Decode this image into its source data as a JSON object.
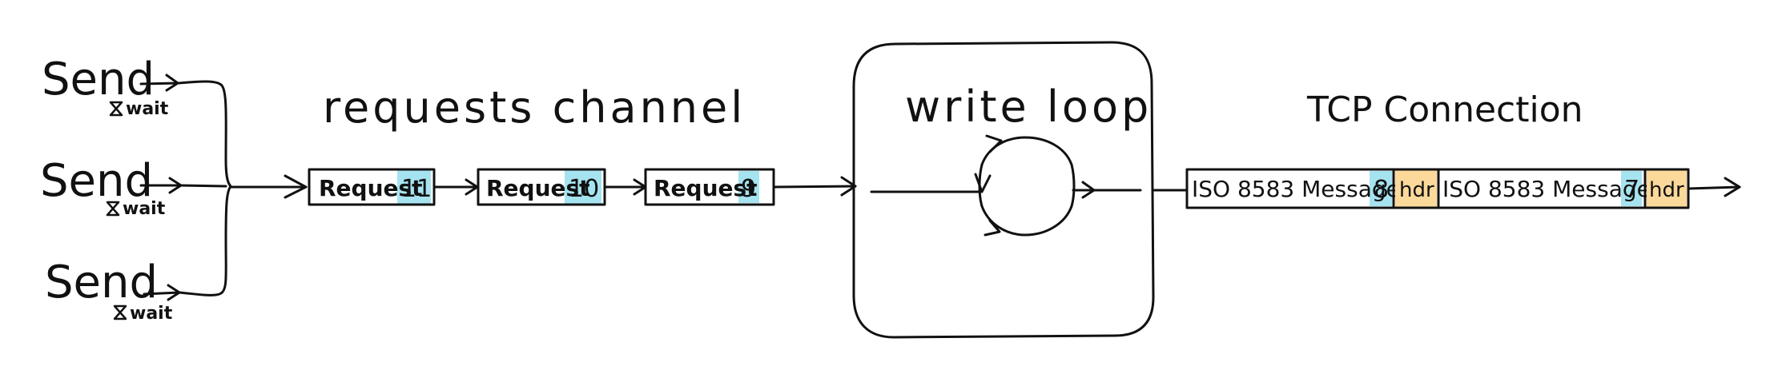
{
  "senders": [
    {
      "label": "Send",
      "wait": "wait"
    },
    {
      "label": "Send",
      "wait": "wait"
    },
    {
      "label": "Send",
      "wait": "wait"
    }
  ],
  "channel": {
    "title": "requests channel",
    "requests": [
      {
        "label": "Request",
        "number": "11"
      },
      {
        "label": "Request",
        "number": "10"
      },
      {
        "label": "Request",
        "number": "9"
      }
    ]
  },
  "write_loop": {
    "title": "write loop"
  },
  "tcp": {
    "title": "TCP Connection",
    "messages": [
      {
        "label": "ISO 8583 Message",
        "number": "8",
        "header": "hdr"
      },
      {
        "label": "ISO 8583 Message",
        "number": "7",
        "header": "hdr"
      }
    ]
  },
  "colors": {
    "number_highlight": "#a6e3f0",
    "header_highlight": "#fbd99a",
    "stroke": "#111111"
  }
}
